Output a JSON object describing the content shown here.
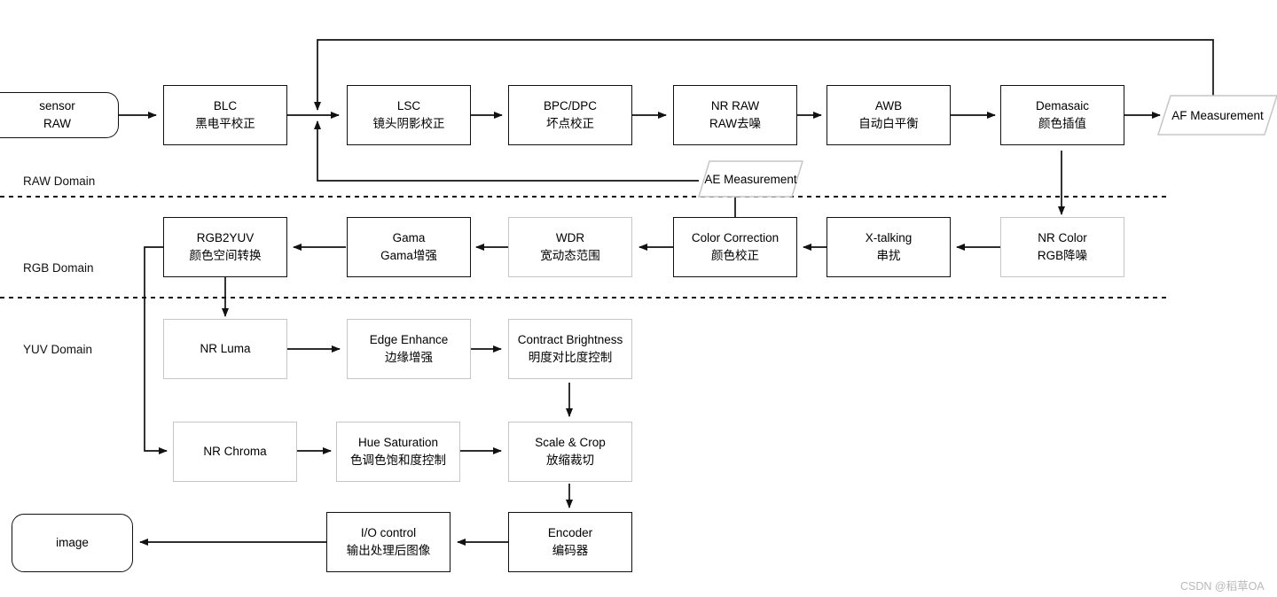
{
  "diagram": {
    "title": "ISP Pipeline Block Diagram",
    "watermark": "CSDN @稻草OA",
    "colors": {
      "stroke_dark": "#111111",
      "stroke_light": "#c6c6c6",
      "background": "#ffffff",
      "watermark": "#b9b9b9"
    },
    "domains": [
      {
        "id": "raw",
        "label": "RAW Domain"
      },
      {
        "id": "rgb",
        "label": "RGB Domain"
      },
      {
        "id": "yuv",
        "label": "YUV Domain"
      }
    ],
    "nodes": [
      {
        "id": "sensor_raw",
        "line1": "sensor",
        "line2": "RAW",
        "shape": "rounded-clipped",
        "style": "dark"
      },
      {
        "id": "blc",
        "line1": "BLC",
        "line2": "黑电平校正",
        "shape": "rect",
        "style": "dark"
      },
      {
        "id": "lsc",
        "line1": "LSC",
        "line2": "镜头阴影校正",
        "shape": "rect",
        "style": "dark"
      },
      {
        "id": "bpc_dpc",
        "line1": "BPC/DPC",
        "line2": "坏点校正",
        "shape": "rect",
        "style": "dark"
      },
      {
        "id": "nr_raw",
        "line1": "NR RAW",
        "line2": "RAW去噪",
        "shape": "rect",
        "style": "dark"
      },
      {
        "id": "awb",
        "line1": "AWB",
        "line2": "自动白平衡",
        "shape": "rect",
        "style": "dark"
      },
      {
        "id": "demasaic",
        "line1": "Demasaic",
        "line2": "颜色插值",
        "shape": "rect",
        "style": "dark"
      },
      {
        "id": "af_meas",
        "line1": "AF Measurement",
        "line2": "",
        "shape": "parallelogram",
        "style": "light"
      },
      {
        "id": "ae_meas",
        "line1": "AE Measurement",
        "line2": "",
        "shape": "parallelogram",
        "style": "light"
      },
      {
        "id": "nr_color",
        "line1": "NR Color",
        "line2": "RGB降噪",
        "shape": "rect",
        "style": "light"
      },
      {
        "id": "x_talking",
        "line1": "X-talking",
        "line2": "串扰",
        "shape": "rect",
        "style": "dark"
      },
      {
        "id": "color_corr",
        "line1": "Color Correction",
        "line2": "颜色校正",
        "shape": "rect",
        "style": "dark"
      },
      {
        "id": "wdr",
        "line1": "WDR",
        "line2": "宽动态范围",
        "shape": "rect",
        "style": "light"
      },
      {
        "id": "gama",
        "line1": "Gama",
        "line2": "Gama增强",
        "shape": "rect",
        "style": "dark"
      },
      {
        "id": "rgb2yuv",
        "line1": "RGB2YUV",
        "line2": "颜色空间转换",
        "shape": "rect",
        "style": "dark"
      },
      {
        "id": "nr_luma",
        "line1": "NR Luma",
        "line2": "",
        "shape": "rect",
        "style": "light"
      },
      {
        "id": "edge_enh",
        "line1": "Edge Enhance",
        "line2": "边缘增强",
        "shape": "rect",
        "style": "light"
      },
      {
        "id": "contrast",
        "line1": "Contract Brightness",
        "line2": "明度对比度控制",
        "shape": "rect",
        "style": "light"
      },
      {
        "id": "nr_chroma",
        "line1": "NR Chroma",
        "line2": "",
        "shape": "rect",
        "style": "light"
      },
      {
        "id": "hue_sat",
        "line1": "Hue Saturation",
        "line2": "色调色饱和度控制",
        "shape": "rect",
        "style": "light"
      },
      {
        "id": "scale_crop",
        "line1": "Scale & Crop",
        "line2": "放缩裁切",
        "shape": "rect",
        "style": "light"
      },
      {
        "id": "encoder",
        "line1": "Encoder",
        "line2": "编码器",
        "shape": "rect",
        "style": "dark"
      },
      {
        "id": "io_control",
        "line1": "I/O control",
        "line2": "输出处理后图像",
        "shape": "rect",
        "style": "dark"
      },
      {
        "id": "image_out",
        "line1": "image",
        "line2": "",
        "shape": "rounded",
        "style": "dark"
      }
    ],
    "edges": [
      {
        "from": "sensor_raw",
        "to": "blc"
      },
      {
        "from": "blc",
        "to": "lsc"
      },
      {
        "from": "lsc",
        "to": "bpc_dpc"
      },
      {
        "from": "bpc_dpc",
        "to": "nr_raw"
      },
      {
        "from": "nr_raw",
        "to": "awb"
      },
      {
        "from": "awb",
        "to": "demasaic"
      },
      {
        "from": "demasaic",
        "to": "af_meas"
      },
      {
        "from": "af_meas",
        "to": "lsc",
        "kind": "feedback-top"
      },
      {
        "from": "color_corr",
        "to": "ae_meas"
      },
      {
        "from": "ae_meas",
        "to": "lsc",
        "kind": "feedback-bottom"
      },
      {
        "from": "demasaic",
        "to": "nr_color"
      },
      {
        "from": "nr_color",
        "to": "x_talking"
      },
      {
        "from": "x_talking",
        "to": "color_corr"
      },
      {
        "from": "color_corr",
        "to": "wdr"
      },
      {
        "from": "wdr",
        "to": "gama"
      },
      {
        "from": "gama",
        "to": "rgb2yuv"
      },
      {
        "from": "rgb2yuv",
        "to": "nr_luma"
      },
      {
        "from": "rgb2yuv",
        "to": "nr_chroma",
        "kind": "branch-left"
      },
      {
        "from": "nr_luma",
        "to": "edge_enh"
      },
      {
        "from": "edge_enh",
        "to": "contrast"
      },
      {
        "from": "contrast",
        "to": "scale_crop"
      },
      {
        "from": "nr_chroma",
        "to": "hue_sat"
      },
      {
        "from": "hue_sat",
        "to": "scale_crop"
      },
      {
        "from": "scale_crop",
        "to": "encoder"
      },
      {
        "from": "encoder",
        "to": "io_control"
      },
      {
        "from": "io_control",
        "to": "image_out"
      }
    ]
  }
}
